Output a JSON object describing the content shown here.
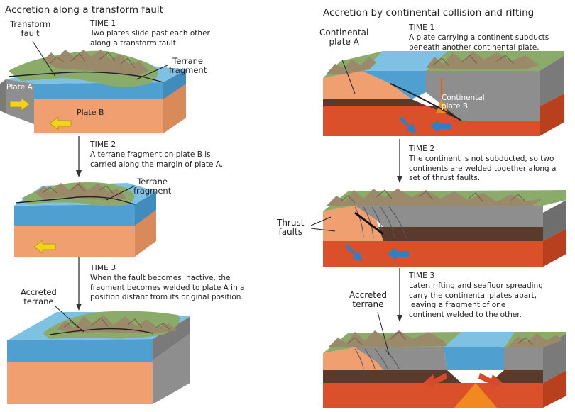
{
  "left": {
    "heading": "Accretion along a transform fault",
    "time1": {
      "time_label": "TIME 1",
      "description_l1": "Two plates slide past each other",
      "description_l2": "along a transform fault.",
      "label_transform_l1": "Transform",
      "label_transform_l2": "fault",
      "label_terrane_l1": "Terrane",
      "label_terrane_l2": "fragment",
      "plate_a": "Plate A",
      "plate_b": "Plate B"
    },
    "time2": {
      "time_label": "TIME 2",
      "description_l1": "A terrane fragment on plate B is",
      "description_l2": "carried along the margin of plate A.",
      "label_terrane_l1": "Terrane",
      "label_terrane_l2": "fragment"
    },
    "time3": {
      "time_label": "TIME 3",
      "description_l1": "When the fault becomes inactive, the",
      "description_l2": "fragment becomes welded to plate A in a",
      "description_l3": "position distant from its original position.",
      "label_accreted_l1": "Accreted",
      "label_accreted_l2": "terrane"
    }
  },
  "right": {
    "heading": "Accretion by continental collision and rifting",
    "time1": {
      "time_label": "TIME 1",
      "description_l1": "A plate carrying a continent subducts",
      "description_l2": "beneath another continental plate.",
      "label_contA_l1": "Continental",
      "label_contA_l2": "plate A",
      "label_contB_l1": "Continental",
      "label_contB_l2": "plate B"
    },
    "time2": {
      "time_label": "TIME 2",
      "description_l1": "The continent  is not subducted, so two",
      "description_l2": "continents are welded together along a",
      "description_l3": "set of thrust faults.",
      "label_thrust_l1": "Thrust",
      "label_thrust_l2": "faults"
    },
    "time3": {
      "time_label": "TIME 3",
      "description_l1": "Later, rifting and seafloor spreading",
      "description_l2": "carry the continental plates apart,",
      "description_l3": "leaving a fragment of one",
      "description_l4": "continent welded to the other.",
      "label_accreted_l1": "Accreted",
      "label_accreted_l2": "terrane"
    }
  },
  "colors": {
    "ocean": "#4f9fd0",
    "ocean_top": "#7fc1e2",
    "crust_orange": "#f0a070",
    "land_green": "#8bab6a",
    "mountain_brown": "#9a8a6a",
    "mantle_red": "#d9502a",
    "gray_block": "#8e8e8e",
    "arrow_yellow": "#f2d21c",
    "arrow_blue": "#2f7fc7",
    "arrow_red": "#d64a2c"
  }
}
